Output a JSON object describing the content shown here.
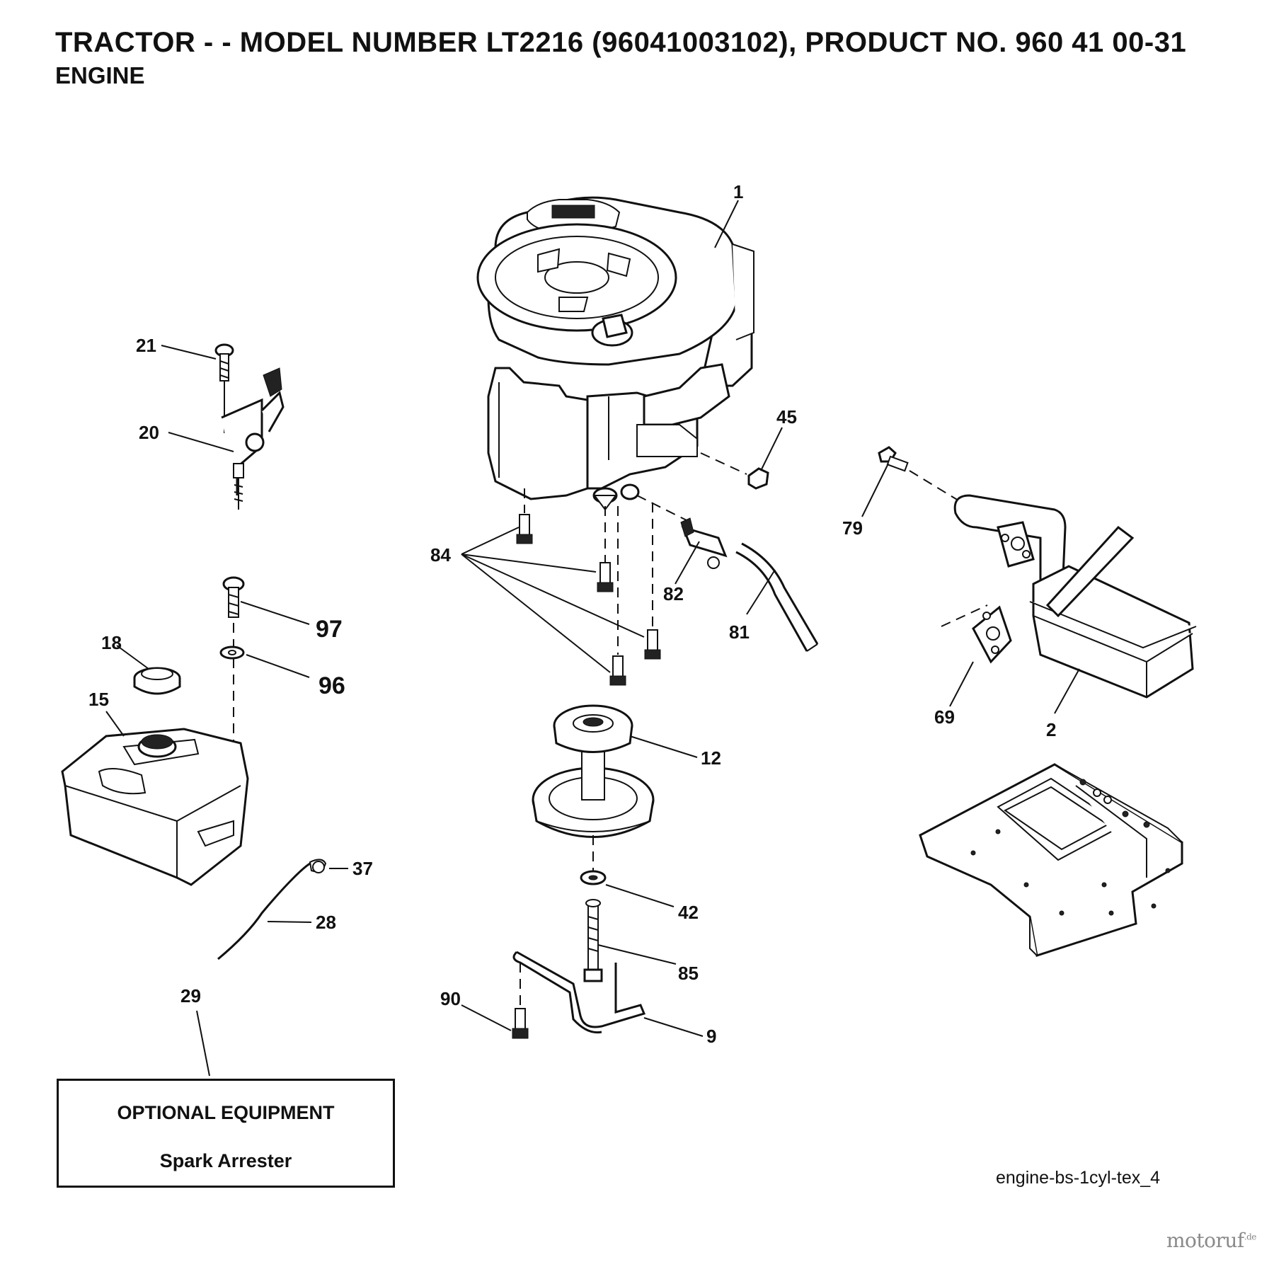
{
  "header": {
    "title": "TRACTOR - - MODEL NUMBER LT2216 (96041003102), PRODUCT NO. 960 41 00-31",
    "subtitle": "ENGINE"
  },
  "callouts": {
    "c1": "1",
    "c2": "2",
    "c9": "9",
    "c12": "12",
    "c15": "15",
    "c18": "18",
    "c20": "20",
    "c21": "21",
    "c28": "28",
    "c29": "29",
    "c37": "37",
    "c42": "42",
    "c45": "45",
    "c69": "69",
    "c79": "79",
    "c81": "81",
    "c82": "82",
    "c84": "84",
    "c85": "85",
    "c90": "90",
    "c96": "96",
    "c97": "97"
  },
  "optional_equipment": {
    "title": "OPTIONAL EQUIPMENT",
    "item": "Spark Arrester"
  },
  "diagram_code": "engine-bs-1cyl-tex_4",
  "watermark": {
    "text": "motoruf",
    "suffix": ".de"
  }
}
